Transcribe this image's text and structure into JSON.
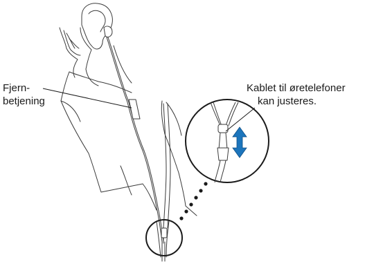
{
  "labels": {
    "remote_line1": "Fjern-",
    "remote_line2": "betjening",
    "cable_line1": "Kablet til øretelefoner",
    "cable_line2": "kan justeres."
  },
  "colors": {
    "outline": "#3a3a3a",
    "arrow_fill": "#1c75bc",
    "background": "#ffffff"
  },
  "icons": {
    "adjust_arrow": "double-headed-vertical-arrow"
  }
}
